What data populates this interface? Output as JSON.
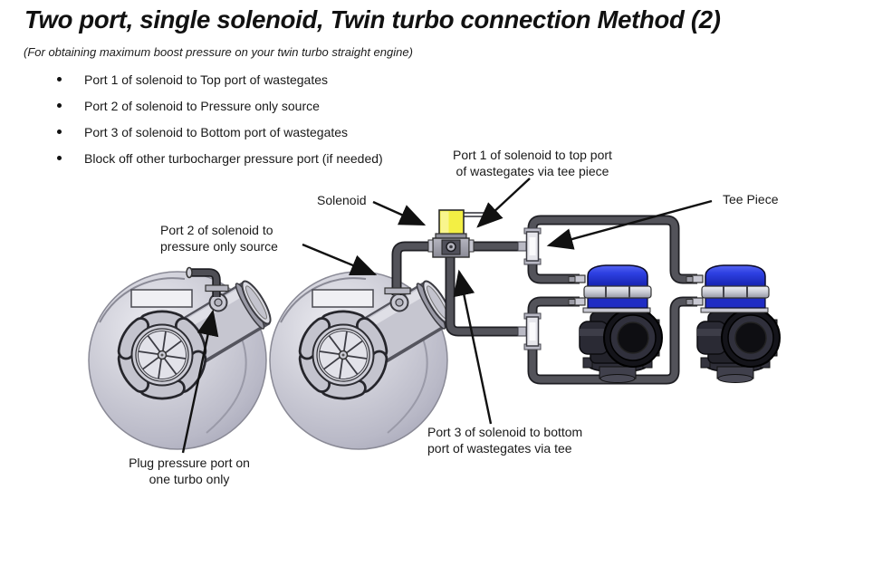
{
  "page": {
    "title": "Two port, single solenoid, Twin turbo connection Method (2)",
    "subtitle": "(For obtaining maximum boost pressure on your twin turbo straight engine)"
  },
  "bullets": [
    "Port 1 of solenoid to Top port of wastegates",
    "Port 2 of solenoid to Pressure only source",
    "Port 3 of solenoid to Bottom port of wastegates",
    "Block off other turbocharger pressure port (if needed)"
  ],
  "diagram": {
    "labels": {
      "port1": "Port 1 of solenoid to top port\nof wastegates via tee piece",
      "solenoid": "Solenoid",
      "tee_piece": "Tee Piece",
      "port2": "Port 2 of solenoid to\npressure only source",
      "port3": "Port 3 of solenoid to bottom\nport of wastegates via tee",
      "plug": "Plug pressure port on\none turbo only"
    },
    "components": {
      "turbo_left": "turbocharger",
      "turbo_right": "turbocharger",
      "solenoid": "boost control solenoid",
      "tee_top": "tee piece",
      "tee_bottom": "tee piece",
      "wastegate_left": "wastegate",
      "wastegate_right": "wastegate"
    },
    "colors": {
      "solenoid_body": "#F3EF44",
      "wastegate_cap": "#2D3FE2",
      "pipe": "#53535A",
      "turbo_housing": "#C8C8D2",
      "fitting_silver": "#C9C9D3"
    }
  }
}
